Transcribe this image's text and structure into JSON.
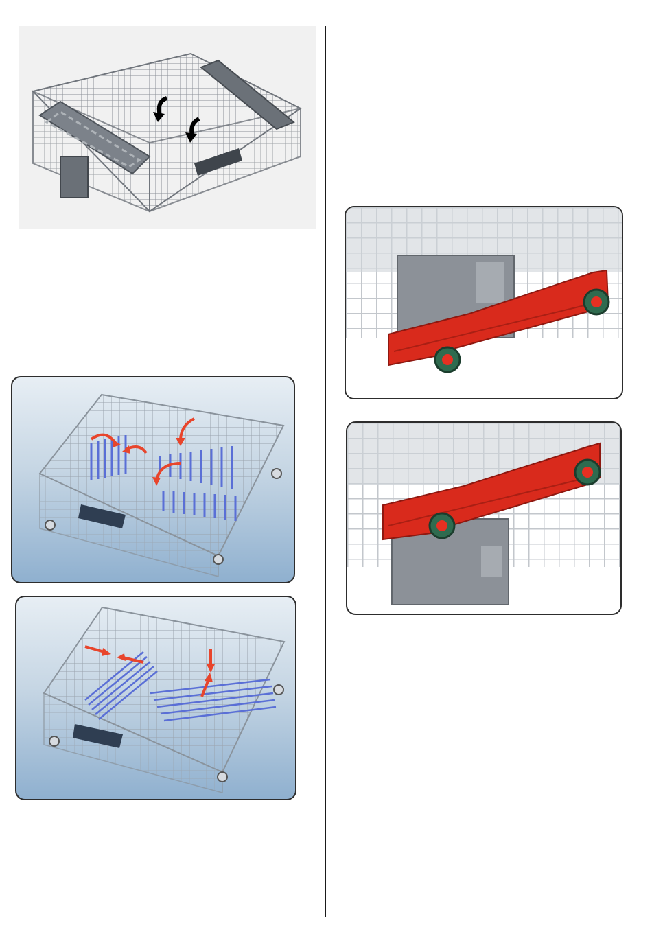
{
  "figures": {
    "upper_basket": {
      "icon": "upper-basket-rack-with-fold-arrows"
    },
    "lower_basket_upright": {
      "icon": "lower-basket-tines-upright-with-fold-arrows"
    },
    "lower_basket_folded": {
      "icon": "lower-basket-tines-folded-with-push-arrows"
    },
    "rail_lowered": {
      "icon": "basket-height-adjuster-lowered"
    },
    "rail_raised": {
      "icon": "basket-height-adjuster-raised"
    }
  },
  "colors": {
    "wire": "#7d8590",
    "tines_blue": "#5a6fd6",
    "arrow_red": "#e8452c",
    "adjuster_red": "#d92a1c",
    "wheel_green": "#2f6b4f",
    "handle_dark": "#2f3e52"
  }
}
